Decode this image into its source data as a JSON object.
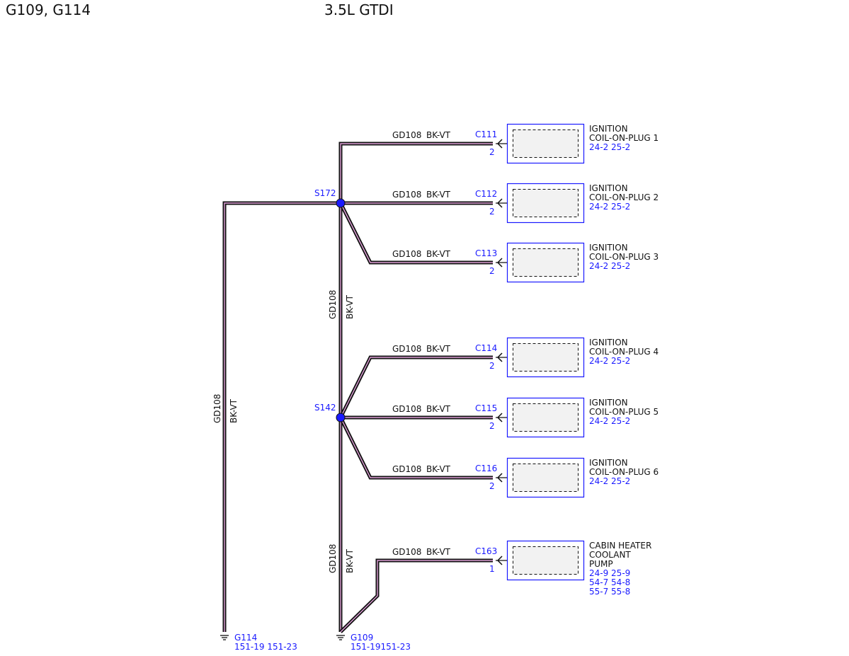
{
  "header": {
    "ground_ids": "G109, G114",
    "engine": "3.5L GTDI"
  },
  "wire": {
    "circuit": "GD108",
    "color": "BK-VT"
  },
  "splices": [
    {
      "id": "S172"
    },
    {
      "id": "S142"
    }
  ],
  "components": [
    {
      "connector": "C111",
      "pin": "2",
      "name_lines": [
        "IGNITION",
        "COIL-ON-PLUG 1"
      ],
      "ref_lines": [
        "24-2   25-2"
      ]
    },
    {
      "connector": "C112",
      "pin": "2",
      "name_lines": [
        "IGNITION",
        "COIL-ON-PLUG 2"
      ],
      "ref_lines": [
        "24-2   25-2"
      ]
    },
    {
      "connector": "C113",
      "pin": "2",
      "name_lines": [
        "IGNITION",
        "COIL-ON-PLUG 3"
      ],
      "ref_lines": [
        "24-2   25-2"
      ]
    },
    {
      "connector": "C114",
      "pin": "2",
      "name_lines": [
        "IGNITION",
        "COIL-ON-PLUG 4"
      ],
      "ref_lines": [
        "24-2   25-2"
      ]
    },
    {
      "connector": "C115",
      "pin": "2",
      "name_lines": [
        "IGNITION",
        "COIL-ON-PLUG 5"
      ],
      "ref_lines": [
        "24-2   25-2"
      ]
    },
    {
      "connector": "C116",
      "pin": "2",
      "name_lines": [
        "IGNITION",
        "COIL-ON-PLUG 6"
      ],
      "ref_lines": [
        "24-2   25-2"
      ]
    },
    {
      "connector": "C163",
      "pin": "1",
      "name_lines": [
        "CABIN HEATER",
        "COOLANT",
        "PUMP"
      ],
      "ref_lines": [
        "24-9   25-9",
        "54-7   54-8",
        "55-7   55-8"
      ]
    }
  ],
  "grounds": [
    {
      "id": "G114",
      "refs": "151-19 151-23"
    },
    {
      "id": "G109",
      "refs": "151-19151-23"
    }
  ],
  "colors": {
    "link_blue": "#1a1aff",
    "wire_black": "#111111",
    "wire_stripe": "#e0a0d8",
    "box_fill": "#f2f2f2"
  }
}
